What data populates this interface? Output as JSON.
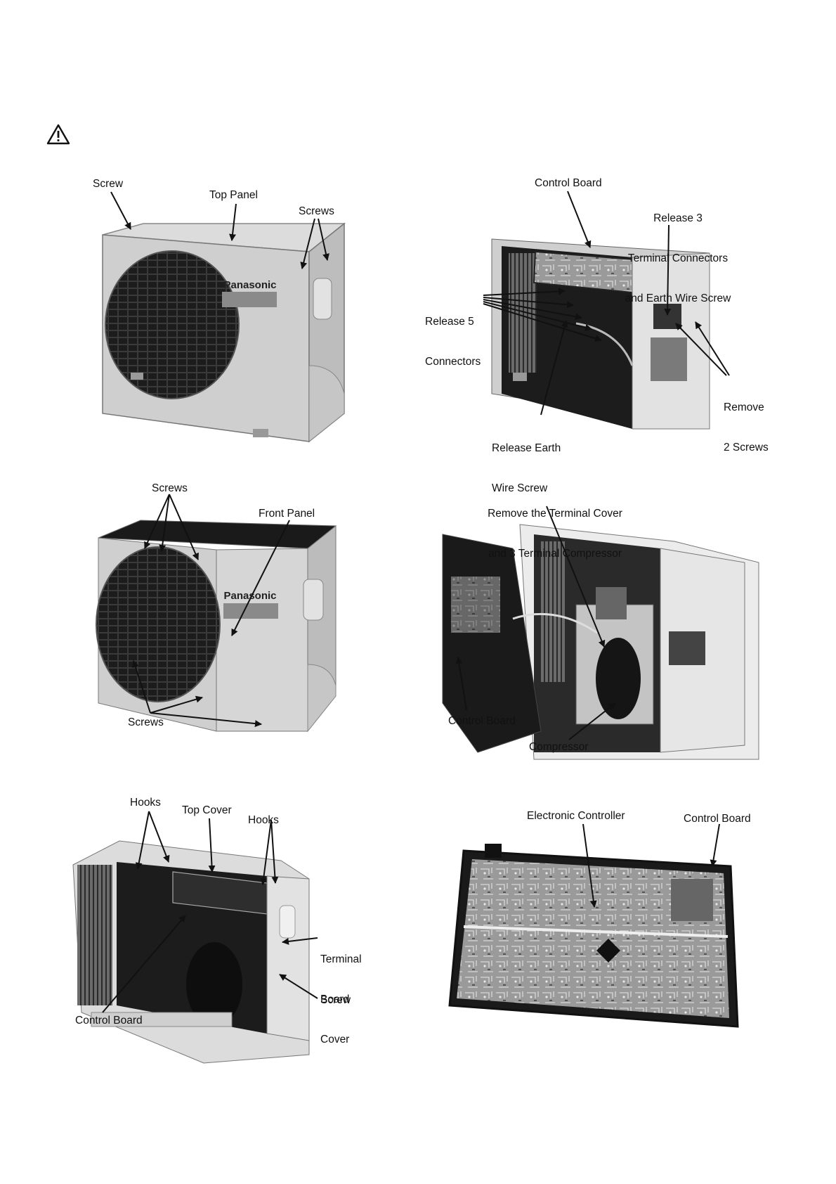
{
  "labels": {
    "p1_screw": "Screw",
    "p1_top_panel": "Top Panel",
    "p1_screws": "Screws",
    "p1_brand": "Panasonic",
    "p2_control_board": "Control Board",
    "p2_release3_l1": "Release 3",
    "p2_release3_l2": "Terminal Connectors",
    "p2_release3_l3": "and Earth Wire Screw",
    "p2_release5_l1": "Release 5",
    "p2_release5_l2": "Connectors",
    "p2_remove2_l1": "Remove",
    "p2_remove2_l2": "2 Screws",
    "p2_earth_l1": "Release Earth",
    "p2_earth_l2": "Wire Screw",
    "p3_screws_top": "Screws",
    "p3_front_panel": "Front Panel",
    "p3_screws_bottom": "Screws",
    "p3_brand": "Panasonic",
    "p4_terminal_l1": "Remove the Terminal Cover",
    "p4_terminal_l2": "and 3 Terminal Compressor",
    "p4_control_board": "Control Board",
    "p4_compressor": "Compressor",
    "p5_hooks_left": "Hooks",
    "p5_top_cover": "Top Cover",
    "p5_hooks_right": "Hooks",
    "p5_terminal_l1": "Terminal",
    "p5_terminal_l2": "Board",
    "p5_terminal_l3": "Cover",
    "p5_screw": "Screw",
    "p5_control_board": "Control Board",
    "p6_electronic_controller": "Electronic Controller",
    "p6_control_board": "Control Board"
  },
  "icons": {
    "warning": "warning-triangle-icon"
  }
}
